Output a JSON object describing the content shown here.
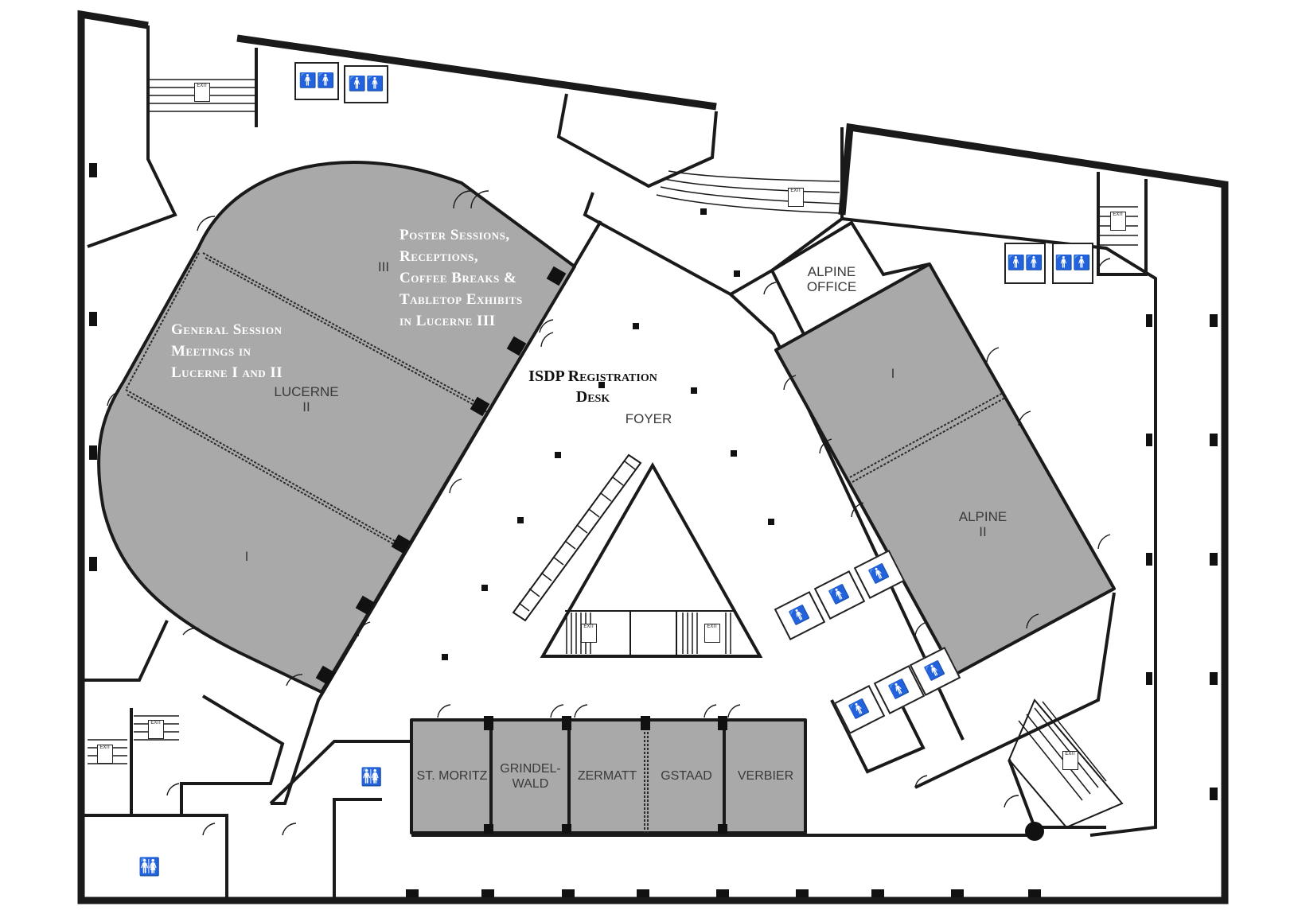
{
  "rooms": {
    "lucerne": "LUCERNE\nII",
    "lucerne_i": "I",
    "lucerne_iii": "III",
    "alpine_office": "ALPINE\nOFFICE",
    "alpine_i": "I",
    "alpine_ii": "ALPINE\nII",
    "foyer": "FOYER",
    "st_moritz": "ST. MORITZ",
    "grindelwald": "GRINDEL-\nWALD",
    "zermatt": "ZERMATT",
    "gstaad": "GSTAAD",
    "verbier": "VERBIER"
  },
  "annotations": {
    "poster": "Poster Sessions,\nReceptions,\nCoffee Breaks &\nTabletop Exhibits\nin Lucerne III",
    "general": "General Session\nMeetings in\nLucerne I and II",
    "registration": "ISDP Registration\nDesk"
  },
  "signs": {
    "exit": "EXIT",
    "elevator": "elevator-icon",
    "restroom": "restroom-icon",
    "stair_runner": "running-man-icon"
  },
  "colors": {
    "room_fill": "#a9a9aa",
    "wall": "#1a1a1a",
    "label_white": "#ffffff"
  }
}
